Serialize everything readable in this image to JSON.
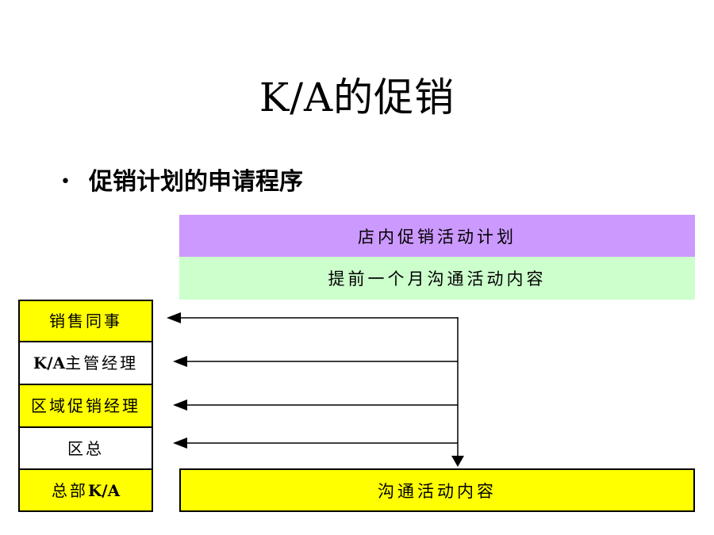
{
  "slide": {
    "title": "K/A的促销",
    "bullet": "促销计划的申请程序"
  },
  "flow": {
    "plan_label": "店内促销活动计划",
    "advance_label": "提前一个月沟通活动内容",
    "content_label": "沟通活动内容",
    "roles": [
      {
        "text": "销售同事"
      },
      {
        "bold": "K/A",
        "text": "主管经理"
      },
      {
        "text": "区域促销经理"
      },
      {
        "text": "区总"
      },
      {
        "text": "总部",
        "bold": "K/A"
      }
    ]
  },
  "colors": {
    "purple": "#cc99ff",
    "green": "#ccffcc",
    "yellow": "#ffff00"
  }
}
